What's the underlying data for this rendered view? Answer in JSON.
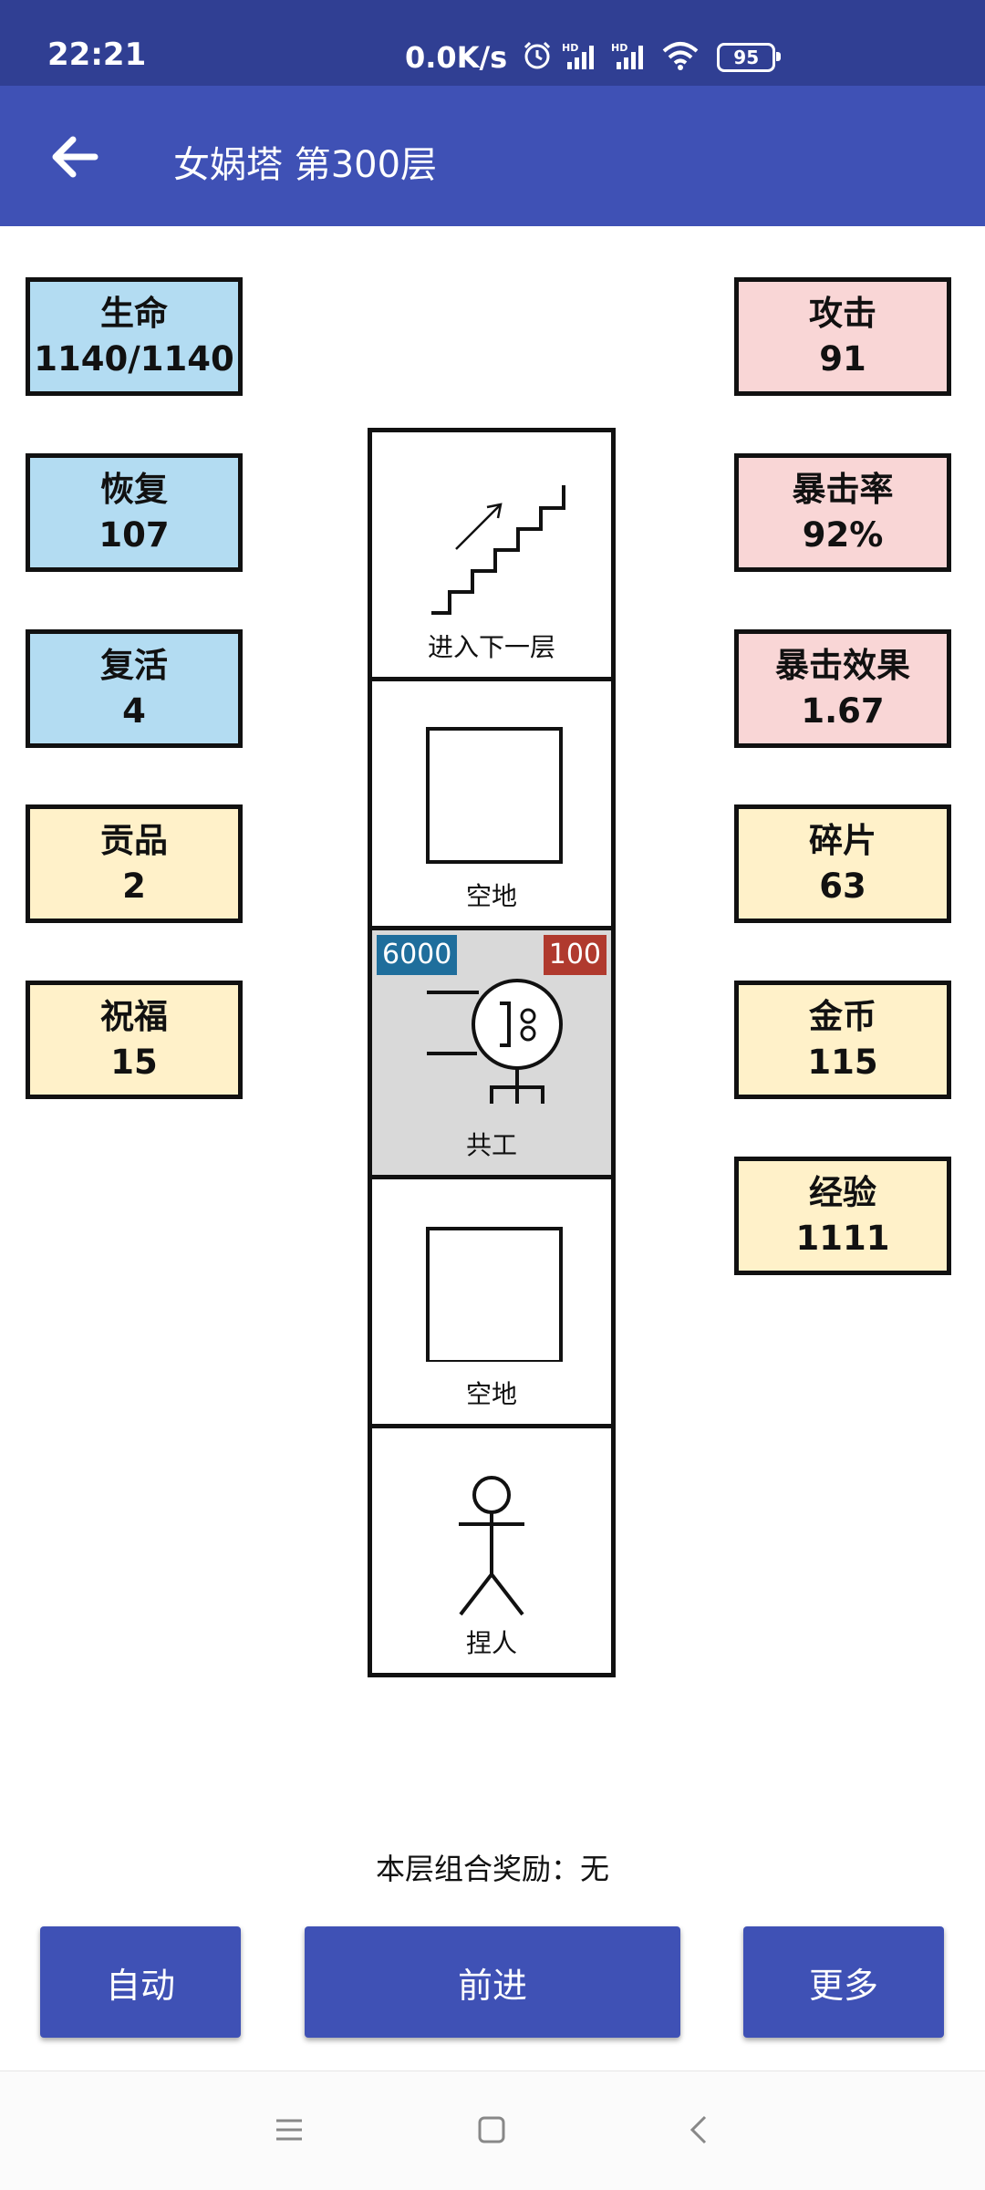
{
  "status_bar": {
    "time": "22:21",
    "speed": "0.0K/s",
    "battery": "95",
    "icons": [
      "alarm-icon",
      "hd-signal-icon",
      "hd-signal-icon",
      "wifi-icon",
      "battery-icon"
    ]
  },
  "app_bar": {
    "title": "女娲塔 第300层",
    "back_icon": "arrow-left-icon"
  },
  "left_stats": [
    {
      "label": "生命",
      "value": "1140/1140",
      "color": "#b3dcf2"
    },
    {
      "label": "恢复",
      "value": "107",
      "color": "#b3dcf2"
    },
    {
      "label": "复活",
      "value": "4",
      "color": "#b3dcf2"
    },
    {
      "label": "贡品",
      "value": "2",
      "color": "#fff1c9"
    },
    {
      "label": "祝福",
      "value": "15",
      "color": "#fff1c9"
    }
  ],
  "right_stats": [
    {
      "label": "攻击",
      "value": "91",
      "color": "#f9d6d6"
    },
    {
      "label": "暴击率",
      "value": "92%",
      "color": "#f9d6d6"
    },
    {
      "label": "暴击效果",
      "value": "1.67",
      "color": "#f9d6d6"
    },
    {
      "label": "碎片",
      "value": "63",
      "color": "#fff1c9"
    },
    {
      "label": "金币",
      "value": "115",
      "color": "#fff1c9"
    },
    {
      "label": "经验",
      "value": "1111",
      "color": "#fff1c9"
    }
  ],
  "tower": [
    {
      "label": "进入下一层",
      "icon": "stairs-up-icon"
    },
    {
      "label": "空地",
      "icon": "empty-square-icon"
    },
    {
      "label": "共工",
      "icon": "monster-icon",
      "hp": "6000",
      "attack": "100",
      "hp_color": "#1f6e9c",
      "attack_color": "#b03a2e",
      "bg": "#d9d9d9"
    },
    {
      "label": "空地",
      "icon": "empty-square-icon"
    },
    {
      "label": "捏人",
      "icon": "stick-figure-icon"
    }
  ],
  "bonus_text": "本层组合奖励：无",
  "buttons": {
    "auto": "自动",
    "forward": "前进",
    "more": "更多"
  },
  "nav": [
    "menu-icon",
    "home-square-icon",
    "back-chevron-icon"
  ]
}
